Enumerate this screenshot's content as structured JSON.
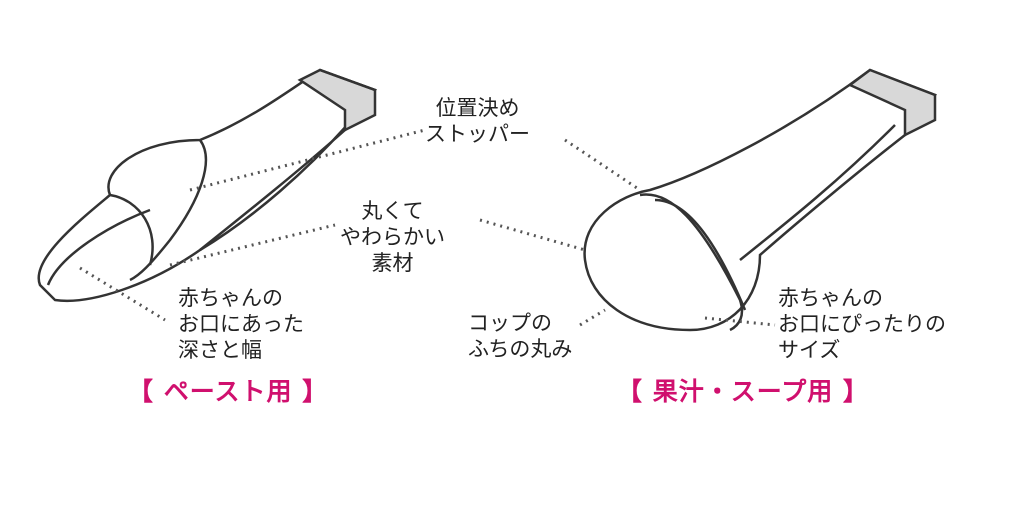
{
  "callouts": {
    "stopper": [
      "位置決め",
      "ストッパー"
    ],
    "soft_material": [
      "丸くて",
      "やわらかい",
      "素材"
    ],
    "paste_depth": [
      "赤ちゃんの",
      "お口にあった",
      "深さと幅"
    ],
    "cup_rim": [
      "コップの",
      "ふちの丸み"
    ],
    "juice_size": [
      "赤ちゃんの",
      "お口にぴったりの",
      "サイズ"
    ]
  },
  "tags": {
    "paste": "【 ペースト用 】",
    "juice": "【 果汁・スープ用 】"
  },
  "colors": {
    "tag": "#d0106e",
    "line": "#333333",
    "handle_end": "#d8d8d8"
  }
}
